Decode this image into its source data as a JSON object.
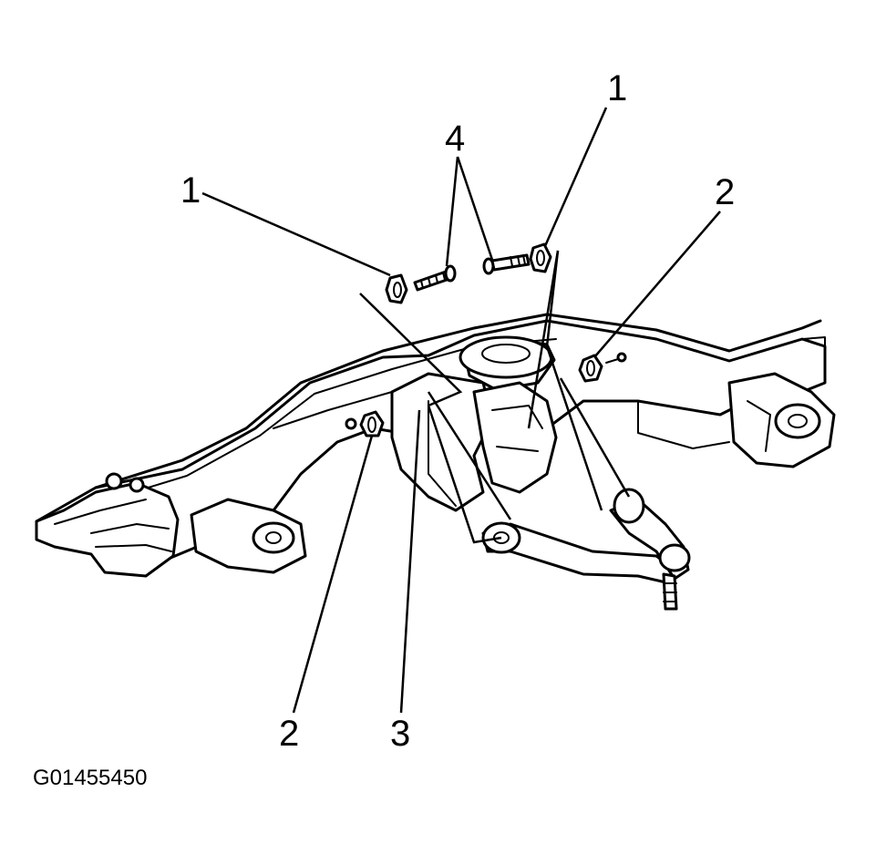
{
  "callouts": {
    "c1_left": "1",
    "c1_right": "1",
    "c4_top": "4",
    "c2_right": "2",
    "c2_bottom": "2",
    "c3_bottom": "3"
  },
  "figure_id": "G01455450"
}
